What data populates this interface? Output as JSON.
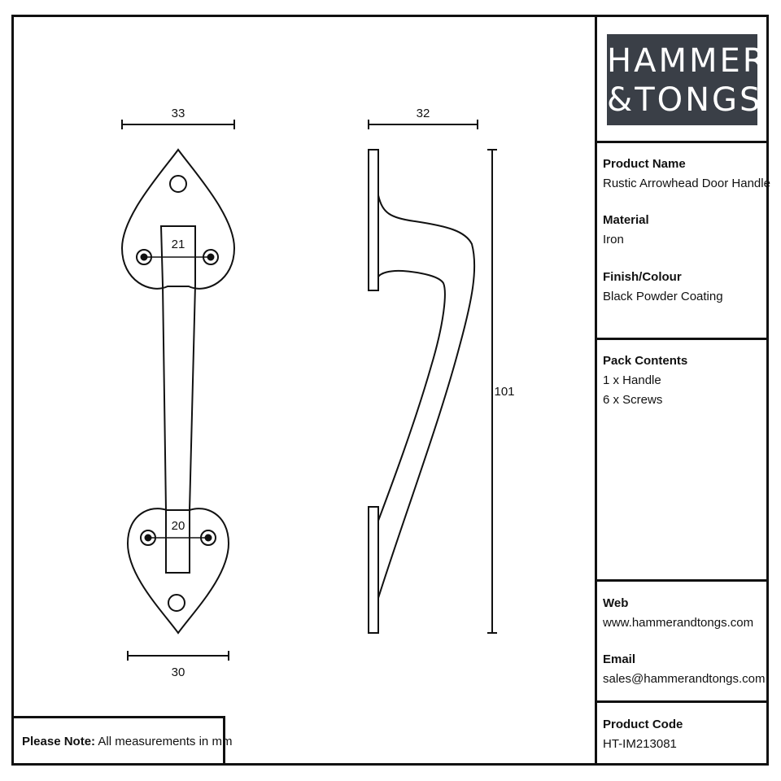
{
  "logo": {
    "line1": "HAMMER",
    "line2_left": "&",
    "line2_right": "TONGS"
  },
  "dimensions": {
    "front_top_width": "33",
    "front_top_holes": "21",
    "front_bottom_holes": "20",
    "front_bottom_width": "30",
    "side_projection": "32",
    "side_height": "101"
  },
  "info": {
    "product_name_label": "Product Name",
    "product_name_value": "Rustic Arrowhead Door Handle",
    "material_label": "Material",
    "material_value": "Iron",
    "finish_label": "Finish/Colour",
    "finish_value": "Black Powder Coating",
    "pack_label": "Pack Contents",
    "pack_items": [
      "1 x Handle",
      "6 x Screws"
    ],
    "web_label": "Web",
    "web_value": "www.hammerandtongs.com",
    "email_label": "Email",
    "email_value": "sales@hammerandtongs.com",
    "code_label": "Product Code",
    "code_value": "HT-IM213081"
  },
  "note": {
    "label": "Please Note:",
    "text": "All measurements in mm"
  },
  "colors": {
    "logo_bg": "#3a3f47",
    "ink": "#111111"
  }
}
